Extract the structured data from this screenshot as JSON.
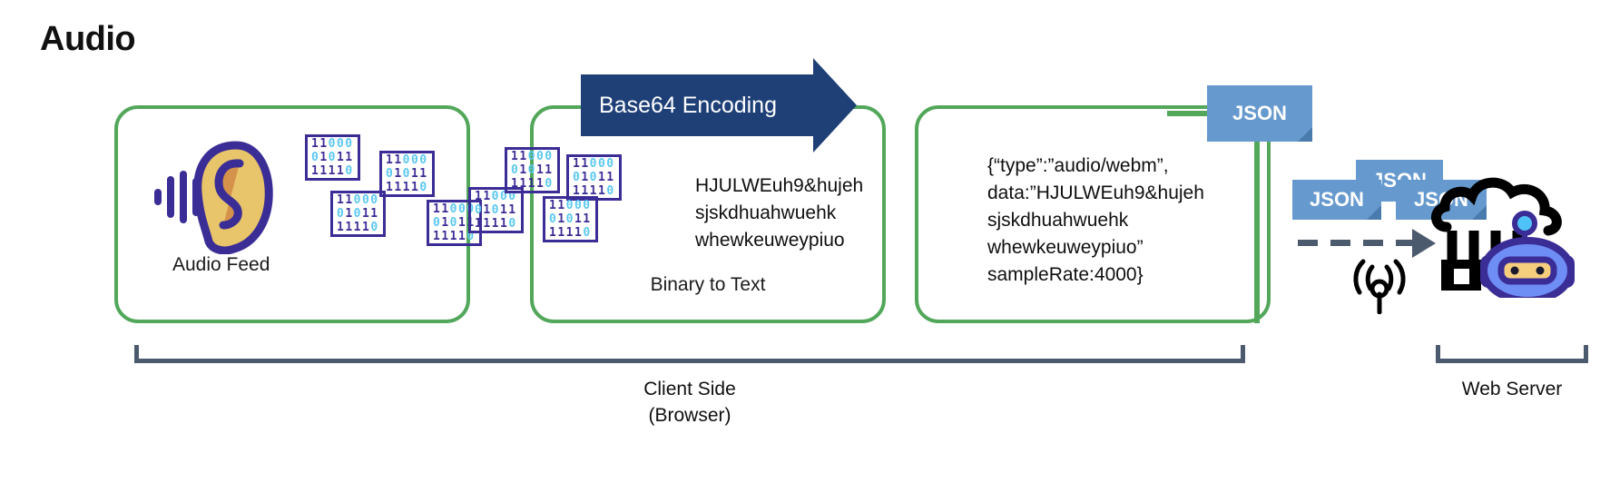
{
  "page": {
    "title": "Audio",
    "background": "#ffffff"
  },
  "colors": {
    "stage_border_green": "#52A75A",
    "arrow_navy": "#1F4077",
    "json_tag_blue": "#6699CE",
    "bracket_slate": "#4C5A6E",
    "binary_purple": "#3B2D96",
    "binary_zero_cyan": "#5BC8F0",
    "ear_skin": "#E8C46A",
    "ear_inner": "#D4924B",
    "robot_blue": "#6E8DF5",
    "robot_outline": "#3B2D96",
    "robot_visor": "#F5CE7E"
  },
  "stages": [
    {
      "id": "audio-feed",
      "label": "Audio Feed",
      "icon": "ear-soundwave-icon"
    },
    {
      "id": "binary-to-text",
      "label": "Binary to Text",
      "text": "HJULWEuh9&hujeh\nsjskdhuahwuehk\nwhewkeuweypiuo"
    },
    {
      "id": "json-payload",
      "label": "",
      "text": "{“type”:”audio/webm”,\ndata:”HJULWEuh9&hujeh\nsjskdhuahwuehk\nwhewkeuweypiuo”\nsampleRate:4000}"
    }
  ],
  "arrow": {
    "label": "Base64 Encoding"
  },
  "binary_blocks": {
    "rows": [
      "11000",
      "01011",
      "11110"
    ],
    "count_audio_box": 5,
    "count_binary_box": 3
  },
  "json_tags": [
    {
      "id": "json-tag-main",
      "label": "JSON"
    },
    {
      "id": "json-tag-top",
      "label": "JSON"
    },
    {
      "id": "json-tag-left",
      "label": "JSON"
    },
    {
      "id": "json-tag-right",
      "label": "JSON"
    }
  ],
  "brackets": [
    {
      "id": "client",
      "label": "Client Side\n(Browser)"
    },
    {
      "id": "server",
      "label": "Web Server"
    }
  ],
  "icons": {
    "antenna": "antenna-broadcast-icon",
    "server": "cloud-server-robot-icon",
    "transfer": "dashed-arrow-icon"
  }
}
